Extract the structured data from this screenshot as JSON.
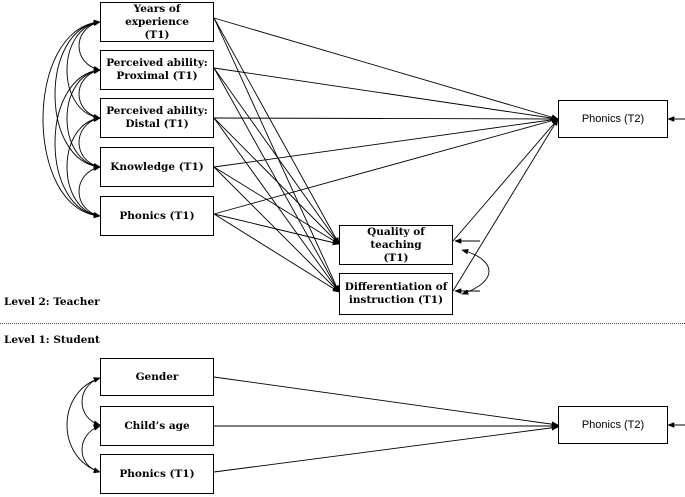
{
  "levels": {
    "teacher_label": "Level 2: Teacher",
    "student_label": "Level 1: Student"
  },
  "teacher_nodes": {
    "experience": "Years of experience\n(T1)",
    "proximal": "Perceived ability:\nProximal (T1)",
    "distal": "Perceived ability:\nDistal (T1)",
    "knowledge": "Knowledge (T1)",
    "phonics_t1": "Phonics (T1)",
    "quality": "Quality of teaching\n(T1)",
    "differentiation": "Differentiation of\ninstruction (T1)",
    "phonics_t2": "Phonics (T2)"
  },
  "student_nodes": {
    "gender": "Gender",
    "age": "Child’s age",
    "phonics_t1": "Phonics (T1)",
    "phonics_t2": "Phonics (T2)"
  }
}
